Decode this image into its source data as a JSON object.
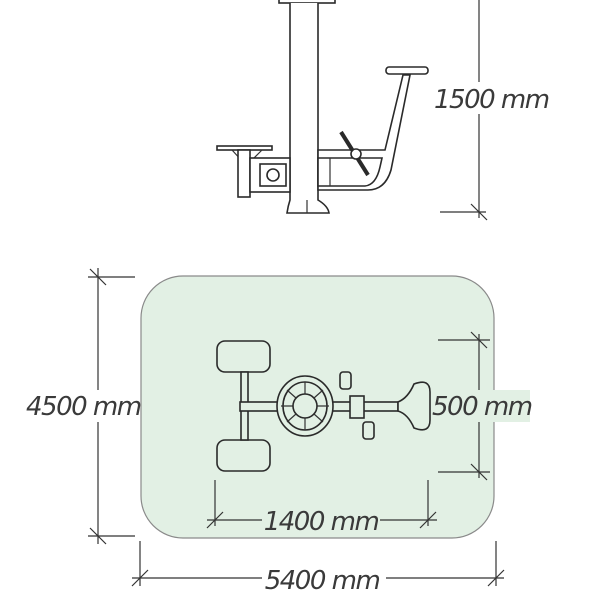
{
  "colors": {
    "area_fill": "#e2f0e4",
    "area_stroke": "#8a8a8a",
    "line": "#333333"
  },
  "dimensions": {
    "height": "1500 mm",
    "area_depth": "4500 mm",
    "equipment_width": "500 mm",
    "equipment_length": "1400 mm",
    "area_length": "5400 mm"
  }
}
